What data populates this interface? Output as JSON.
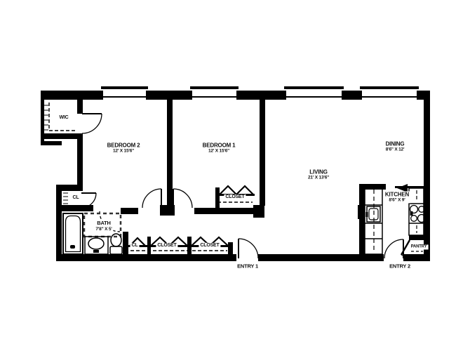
{
  "labels": {
    "wic": {
      "name": "WIC"
    },
    "bedroom2": {
      "name": "BEDROOM 2",
      "dims": "12' X 15'6\""
    },
    "bedroom1": {
      "name": "BEDROOM 1",
      "dims": "12' X 15'6\""
    },
    "living": {
      "name": "LIVING",
      "dims": "21' X 13'6\""
    },
    "dining": {
      "name": "DINING",
      "dims": "8'6\" X 12'"
    },
    "kitchen": {
      "name": "KITCHEN",
      "dims": "8'6\" X 9'"
    },
    "bath": {
      "name": "BATH",
      "dims": "7'8\" X 5'"
    },
    "cl_vestibule": {
      "name": "CL"
    },
    "cl_hall": {
      "name": "CL"
    },
    "closet_hall_1": {
      "name": "CLOSET"
    },
    "closet_hall_2": {
      "name": "CLOSET"
    },
    "closet_bedroom1": {
      "name": "CLOSET"
    },
    "pantry": {
      "name": "PANTRY"
    },
    "entry1": {
      "name": "ENTRY 1"
    },
    "entry2": {
      "name": "ENTRY 2"
    }
  },
  "colors": {
    "wall": "#000000",
    "background": "#ffffff"
  }
}
